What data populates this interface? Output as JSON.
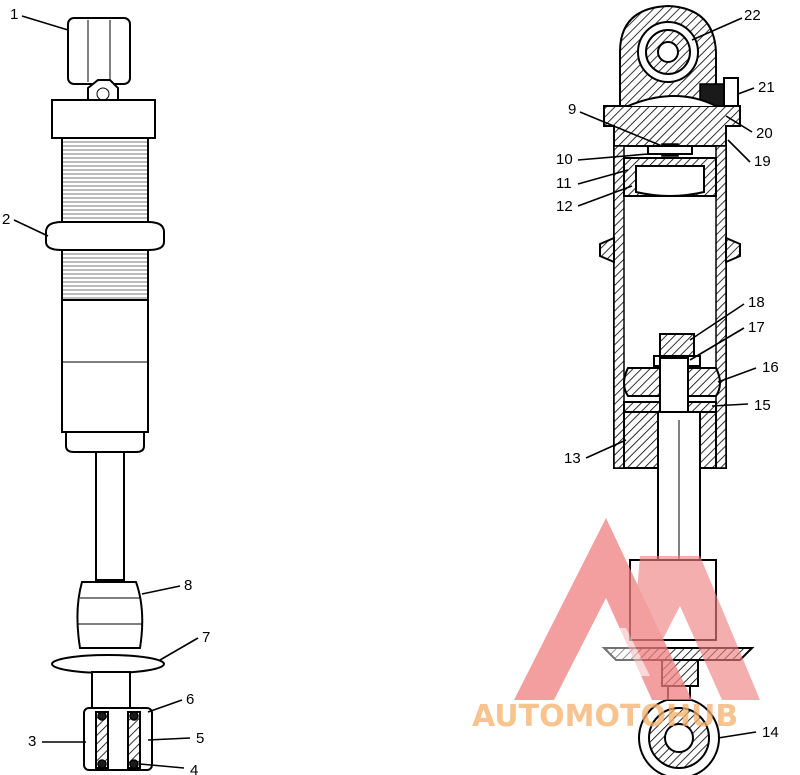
{
  "colors": {
    "line": "#000000",
    "watermark_red": "#f08080",
    "watermark_orange": "#f5b06a"
  },
  "watermark": {
    "text": "AUTOMOTOHUB"
  },
  "callouts": {
    "c1": "1",
    "c2": "2",
    "c3": "3",
    "c4": "4",
    "c5": "5",
    "c6": "6",
    "c7": "7",
    "c8": "8",
    "c9": "9",
    "c10": "10",
    "c11": "11",
    "c12": "12",
    "c13": "13",
    "c14": "14",
    "c15": "15",
    "c16": "16",
    "c17": "17",
    "c18": "18",
    "c19": "19",
    "c20": "20",
    "c21": "21",
    "c22": "22"
  }
}
